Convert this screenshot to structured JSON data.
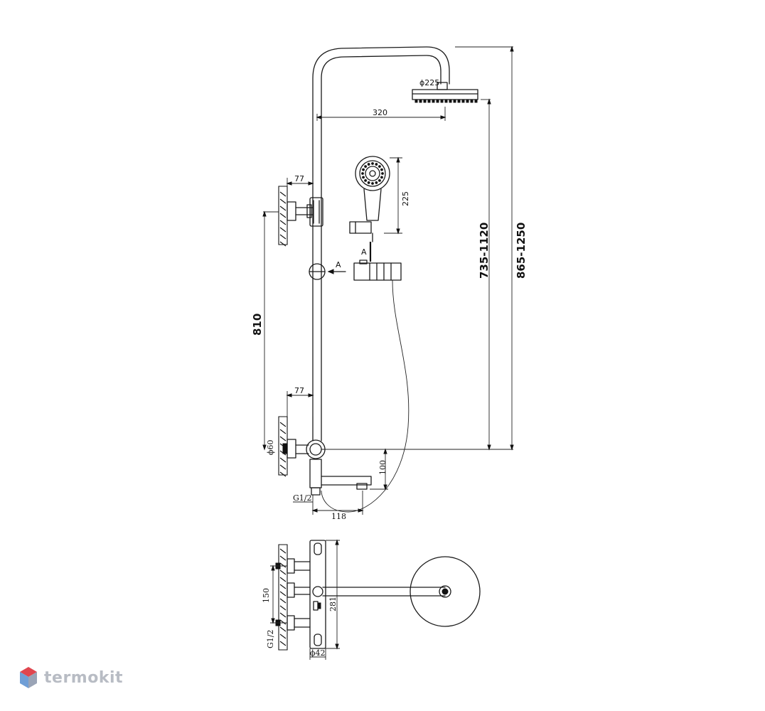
{
  "dimensions": {
    "arm_length": "320",
    "head_diameter": "ϕ225",
    "hand_shower_length": "225",
    "bracket_offset_top": "77",
    "bracket_offset_bottom": "77",
    "rail_span": "810",
    "height_range_head": "735-1120",
    "height_range_total": "865-1250",
    "mixer_diameter": "ϕ60",
    "spout_drop": "100",
    "spout_reach": "118",
    "inlet_thread": "G1/2",
    "inlet_spacing": "150",
    "body_length": "281",
    "body_diameter": "ϕ42",
    "inlet_thread_plan": "G1/2"
  },
  "section_marker": {
    "arrow_label": "A",
    "view_label": "A"
  },
  "watermark": {
    "text": "termokit",
    "colors": {
      "top": "#e0464f",
      "left": "#6f9ed6",
      "right": "#9aa4b6"
    }
  }
}
